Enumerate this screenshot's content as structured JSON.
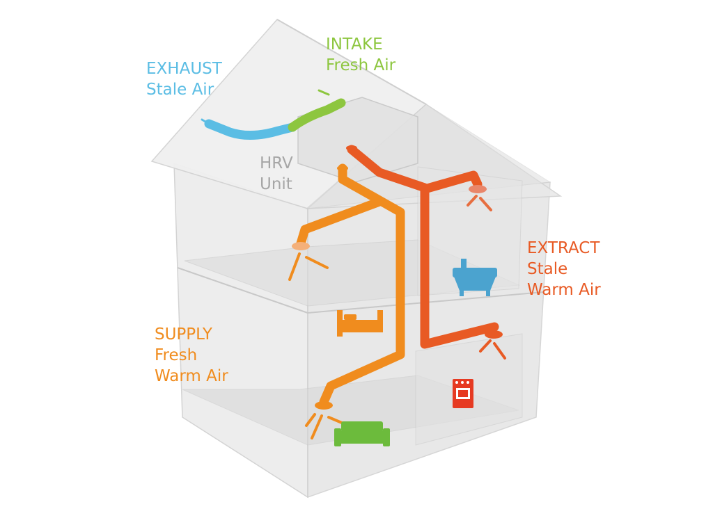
{
  "labels": {
    "exhaust": {
      "line1": "EXHAUST",
      "line2": "Stale Air"
    },
    "intake": {
      "line1": "INTAKE",
      "line2": "Fresh Air"
    },
    "hrv": {
      "line1": "HRV",
      "line2": "Unit"
    },
    "extract": {
      "line1": "EXTRACT",
      "line2": "Stale",
      "line3": "Warm Air"
    },
    "supply": {
      "line1": "SUPPLY",
      "line2": "Fresh",
      "line3": "Warm Air"
    }
  },
  "colors": {
    "exhaust": "#5bbde4",
    "intake": "#8dc63f",
    "hrv": "#a6a6a6",
    "extract": "#e85a24",
    "supply": "#f08c1e",
    "house_stroke": "#c9c9c9",
    "house_fill": "#eeeeee"
  },
  "icons": [
    "bathtub-icon",
    "bed-icon",
    "stove-icon",
    "sofa-icon"
  ]
}
